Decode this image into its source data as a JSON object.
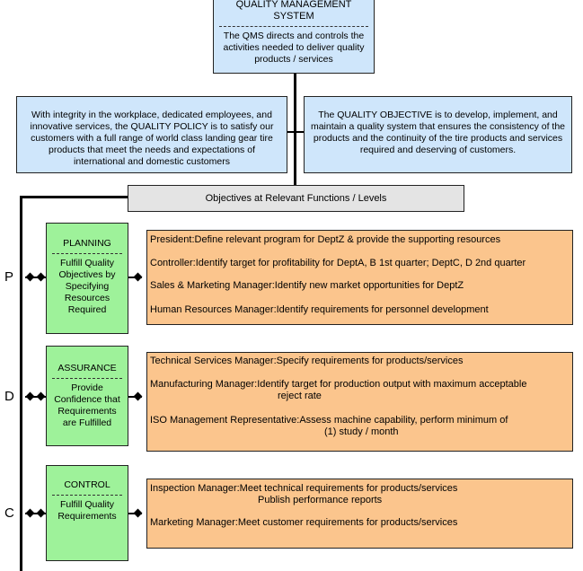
{
  "qms": {
    "title_line1": "QUALITY MANAGEMENT",
    "title_line2": "SYSTEM",
    "description": "The QMS directs and controls the activities needed to deliver quality products / services"
  },
  "policy": {
    "text": "With integrity in the workplace, dedicated employees, and innovative services, the QUALITY POLICY is to satisfy our customers with a full range of world class landing gear tire products that meet the needs and expectations of international and domestic customers"
  },
  "objective": {
    "text": "The QUALITY OBJECTIVE is to develop, implement, and maintain a quality system that ensures the consistency of the products and the continuity of the tire products and services required and deserving of customers."
  },
  "objectives_bar": {
    "label": "Objectives at Relevant Functions / Levels"
  },
  "stages": [
    {
      "letter": "P",
      "name": "PLANNING",
      "description": "Fulfill Quality Objectives by Specifying Resources Required",
      "items": [
        {
          "role": "President:",
          "text": "Define relevant program for DeptZ & provide the supporting resources"
        },
        {
          "role": "Controller:",
          "text": "Identify target for profitability for DeptA, B  1st quarter; DeptC, D  2nd quarter"
        },
        {
          "role": "Sales & Marketing Manager:",
          "text": "Identify new market opportunities for DeptZ"
        },
        {
          "role": "Human Resources Manager:",
          "text": "Identify requirements for personnel development"
        }
      ]
    },
    {
      "letter": "D",
      "name": "ASSURANCE",
      "description": "Provide Confidence that Requirements are Fulfilled",
      "items": [
        {
          "role": "Technical Services Manager:",
          "text": "Specify requirements for products/services"
        },
        {
          "role": "Manufacturing Manager:",
          "text": "Identify target for production output with maximum acceptable",
          "text2": "reject rate"
        },
        {
          "role": "ISO Management Representative:",
          "text": "Assess machine capability, perform minimum of",
          "text2": "(1) study / month"
        }
      ]
    },
    {
      "letter": "C",
      "name": "CONTROL",
      "description": "Fulfill Quality Requirements",
      "items": [
        {
          "role": "Inspection Manager:",
          "text": "Meet technical requirements for products/services",
          "text2": "Publish performance reports"
        },
        {
          "role": "Marketing Manager:",
          "text": "Meet customer requirements for products/services"
        }
      ]
    }
  ]
}
